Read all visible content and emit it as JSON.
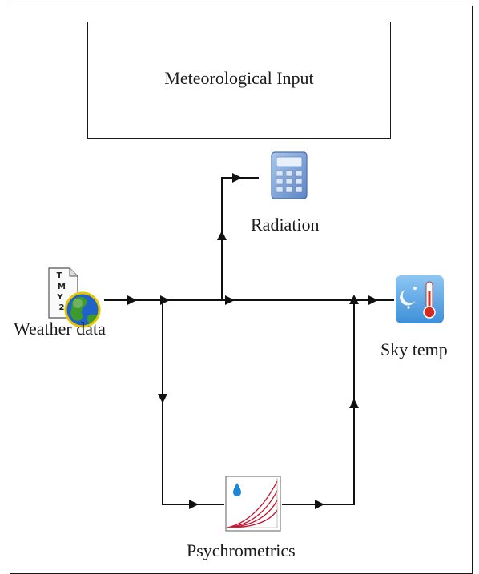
{
  "diagram": {
    "title": "Meteorological Input",
    "components": [
      {
        "id": "weather",
        "label": "Weather data",
        "icon": "tmy2-globe-icon",
        "icon_text": "TMY2"
      },
      {
        "id": "radiation",
        "label": "Radiation",
        "icon": "calculator-icon"
      },
      {
        "id": "skytemp",
        "label": "Sky temp",
        "icon": "sky-thermometer-icon"
      },
      {
        "id": "psychro",
        "label": "Psychrometrics",
        "icon": "psychrometric-chart-icon"
      }
    ],
    "connections": [
      {
        "from": "Weather data",
        "to": "Radiation"
      },
      {
        "from": "Weather data",
        "to": "Sky temp"
      },
      {
        "from": "Weather data",
        "to": "Psychrometrics"
      },
      {
        "from": "Psychrometrics",
        "to": "Sky temp"
      }
    ]
  }
}
